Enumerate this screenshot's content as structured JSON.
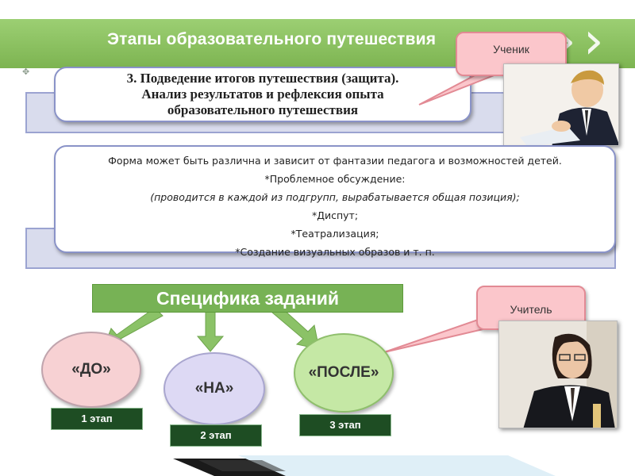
{
  "header": {
    "title": "Этапы  образовательного путешествия",
    "bar_color": "#86bd5f"
  },
  "card1": {
    "lines": [
      "3. Подведение итогов путешествия (защита).",
      "Анализ результатов и рефлексия опыта",
      "образовательного путешествия"
    ]
  },
  "card2": {
    "lines": [
      "Форма может быть различна и зависит от фантазии педагога и возможностей детей.",
      "*Проблемное обсуждение:",
      "(проводится в каждой из подгрупп, вырабатывается общая позиция);",
      "*Диспут;",
      "*Театрализация;",
      "*Создание визуальных образов и т. п."
    ]
  },
  "callouts": {
    "student": "Ученик",
    "teacher": "Учитель"
  },
  "tasks": {
    "label": "Специфика заданий",
    "items": [
      {
        "label": "«ДО»",
        "stage": "1 этап",
        "color": "#f7d1d3"
      },
      {
        "label": "«НА»",
        "stage": "2 этап",
        "color": "#ddd9f4"
      },
      {
        "label": "«ПОСЛЕ»",
        "stage": "3 этап",
        "color": "#c5e8a5"
      }
    ]
  },
  "icons": {
    "chevrons": "chevron-right-icon",
    "corner_ornament": "ornament-icon"
  }
}
